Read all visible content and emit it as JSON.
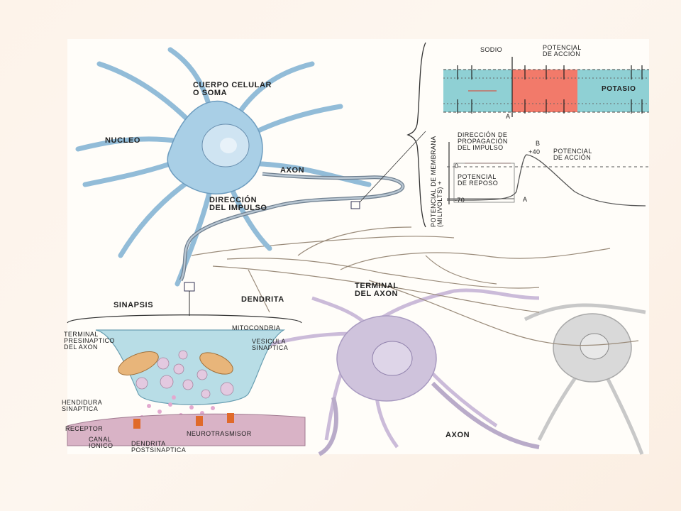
{
  "diagram": {
    "labels": {
      "cuerpo_celular": "CUERPO CELULAR\nO SOMA",
      "nucleo": "NUCLEO",
      "axon_top": "AXON",
      "direccion_impulso": "DIRECCIÓN\nDEL IMPULSO",
      "sinapsis": "SINAPSIS",
      "dendrita": "DENDRITA",
      "terminal_axon": "TERMINAL\nDEL AXON",
      "axon_bottom": "AXON",
      "sodio": "SODIO",
      "potencial_accion_top": "POTENCIAL\nDE ACCIÓN",
      "potasio": "POTASIO",
      "marker_a_top": "a",
      "direccion_propagacion": "DIRECCIÓN DE\nPROPAGACIÓN\nDEL IMPULSO",
      "marker_b": "b",
      "tick_plus40": "+40",
      "tick_0": "0",
      "tick_minus70": "-70",
      "potencial_accion_graph": "POTENCIAL\nDE ACCIÓN",
      "potencial_reposo": "POTENCIAL\nDE REPOSO",
      "marker_a_graph": "a",
      "y_axis_label": "POTENCIAL DE MEMBRANA\n(MILIVOLTS) +",
      "terminal_presinaptico": "TERMINAL\nPRESINAPTICO\nDEL AXON",
      "mitocondria": "MITOCONDRIA",
      "vesicula_sinaptica": "VESICULA\nSINAPTICA",
      "hendidura_sinaptica": "HENDIDURA\nSINAPTICA",
      "receptor": "RECEPTOR",
      "canal_ionico": "CANAL\nIONICO",
      "dendrita_postsinaptica": "DENDRITA\nPOSTSINAPTICA",
      "neurotrasmisor": "NEUROTRASMISOR"
    },
    "colors": {
      "neuron_main": "#a9cfe6",
      "neuron_purple": "#cfc3dc",
      "neuron_gray": "#d6d6d6",
      "membrane_blue": "#8fd0d4",
      "action_potential_red": "#f27a6a",
      "postsynaptic_pink": "#d9b3c6",
      "mitochondria": "#e8b57a",
      "vesicle": "#e3c9e0"
    }
  }
}
